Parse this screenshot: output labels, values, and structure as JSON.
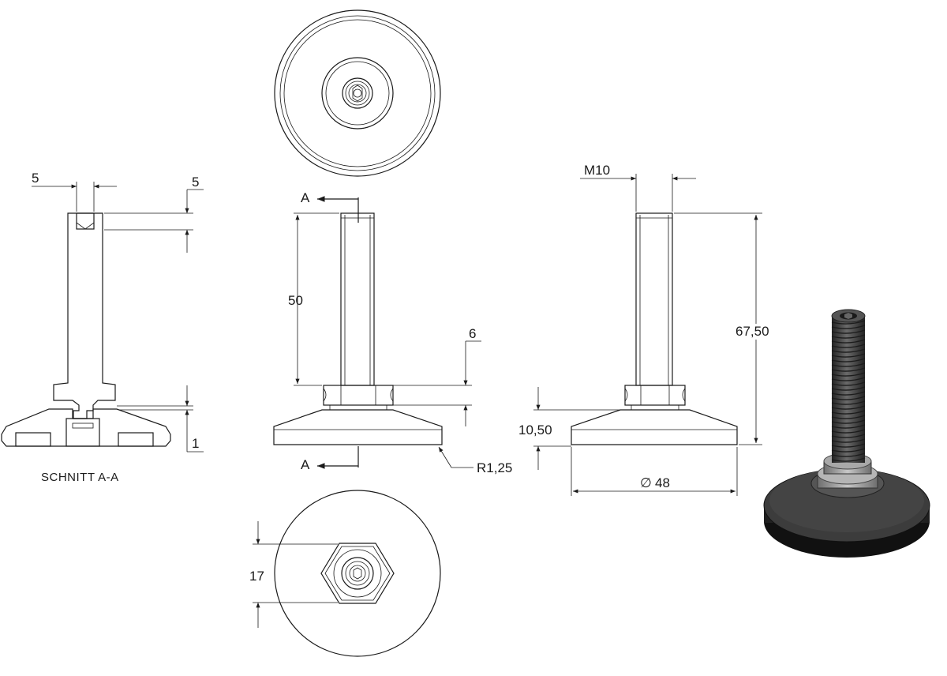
{
  "drawing": {
    "section_caption": "SCHNITT A-A",
    "section_marker": "A",
    "dims": {
      "pin_width": "5",
      "top_depth": "5",
      "base_gap": "1",
      "thread_length": "50",
      "nut_height": "6",
      "radius": "R1,25",
      "thread": "M10",
      "total_height": "67,50",
      "base_height": "10,50",
      "diameter_symbol": "∅",
      "diameter": "48",
      "hex_size": "17"
    }
  },
  "colors": {
    "line": "#1a1a1a",
    "model_base": "#2b2b2b",
    "model_thread": "#3a3a3a",
    "model_nut": "#9a9a9a"
  }
}
